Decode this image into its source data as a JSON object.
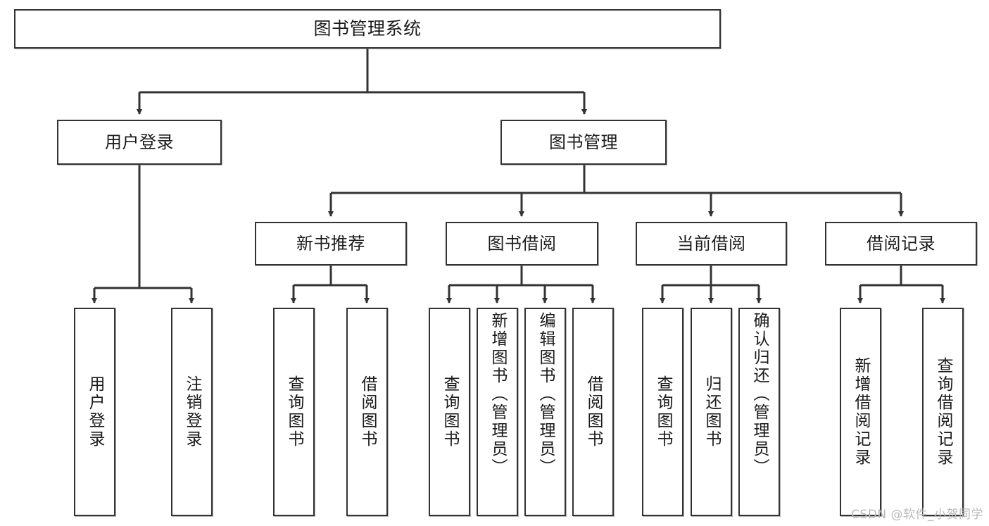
{
  "diagram": {
    "title": "图书管理系统",
    "watermark": "CSDN @软件_小贺同学",
    "colors": {
      "box_border": "#333333",
      "box_fill": "#ffffff",
      "edge": "#333333",
      "text": "#1b1b1b",
      "watermark": "#b9b9b9"
    },
    "levels": {
      "root": {
        "label": "图书管理系统"
      },
      "level2": [
        {
          "id": "user-login",
          "label": "用户登录"
        },
        {
          "id": "book-management",
          "label": "图书管理"
        }
      ],
      "level3": [
        {
          "id": "new-book-recommend",
          "label": "新书推荐",
          "parent": "book-management"
        },
        {
          "id": "book-borrow",
          "label": "图书借阅",
          "parent": "book-management"
        },
        {
          "id": "current-borrow",
          "label": "当前借阅",
          "parent": "book-management"
        },
        {
          "id": "borrow-record",
          "label": "借阅记录",
          "parent": "book-management"
        }
      ],
      "leaves": [
        {
          "id": "leaf-user-login",
          "label": "用户登录",
          "parent": "user-login"
        },
        {
          "id": "leaf-logout-login",
          "label": "注销登录",
          "parent": "user-login"
        },
        {
          "id": "leaf-query-book-1",
          "label": "查询图书",
          "parent": "new-book-recommend"
        },
        {
          "id": "leaf-borrow-book-1",
          "label": "借阅图书",
          "parent": "new-book-recommend"
        },
        {
          "id": "leaf-query-book-2",
          "label": "查询图书",
          "parent": "book-borrow"
        },
        {
          "id": "leaf-add-book",
          "label": "新增图书（管理员）",
          "parent": "book-borrow"
        },
        {
          "id": "leaf-edit-book",
          "label": "编辑图书（管理员）",
          "parent": "book-borrow"
        },
        {
          "id": "leaf-borrow-book-2",
          "label": "借阅图书",
          "parent": "book-borrow"
        },
        {
          "id": "leaf-query-book-3",
          "label": "查询图书",
          "parent": "current-borrow"
        },
        {
          "id": "leaf-return-book",
          "label": "归还图书",
          "parent": "current-borrow"
        },
        {
          "id": "leaf-confirm-return",
          "label": "确认归还（管理员）",
          "parent": "current-borrow"
        },
        {
          "id": "leaf-add-borrow-record",
          "label": "新增借阅记录",
          "parent": "borrow-record"
        },
        {
          "id": "leaf-query-borrow-record",
          "label": "查询借阅记录",
          "parent": "borrow-record"
        }
      ]
    }
  }
}
